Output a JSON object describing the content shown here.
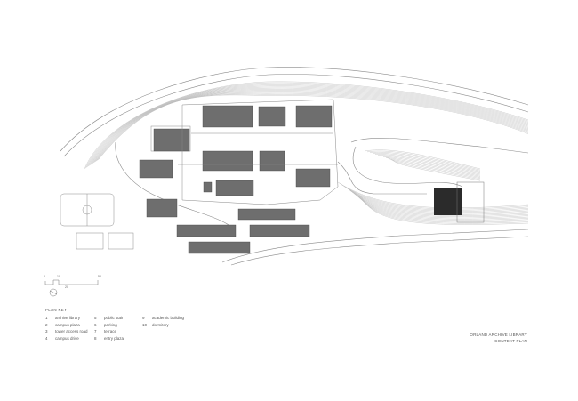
{
  "plan_key": {
    "title": "PLAN KEY",
    "items": [
      {
        "num": "1",
        "label": "archive library"
      },
      {
        "num": "2",
        "label": "campus plaza"
      },
      {
        "num": "3",
        "label": "tower access road"
      },
      {
        "num": "4",
        "label": "campus drive"
      },
      {
        "num": "5",
        "label": "public stair"
      },
      {
        "num": "6",
        "label": "parking"
      },
      {
        "num": "7",
        "label": "terrace"
      },
      {
        "num": "8",
        "label": "entry plaza"
      },
      {
        "num": "9",
        "label": "academic building"
      },
      {
        "num": "10",
        "label": "dormitory"
      }
    ]
  },
  "caption": {
    "line1": "ORLAND ARCHIVE LIBRARY",
    "line2": "CONTEXT PLAN"
  },
  "scale_bar": {
    "labels": [
      "0",
      "10",
      "20",
      "50"
    ]
  },
  "colors": {
    "building": "#6e6e6e",
    "line": "#9a9a9a",
    "archive": "#2b2b2b"
  }
}
